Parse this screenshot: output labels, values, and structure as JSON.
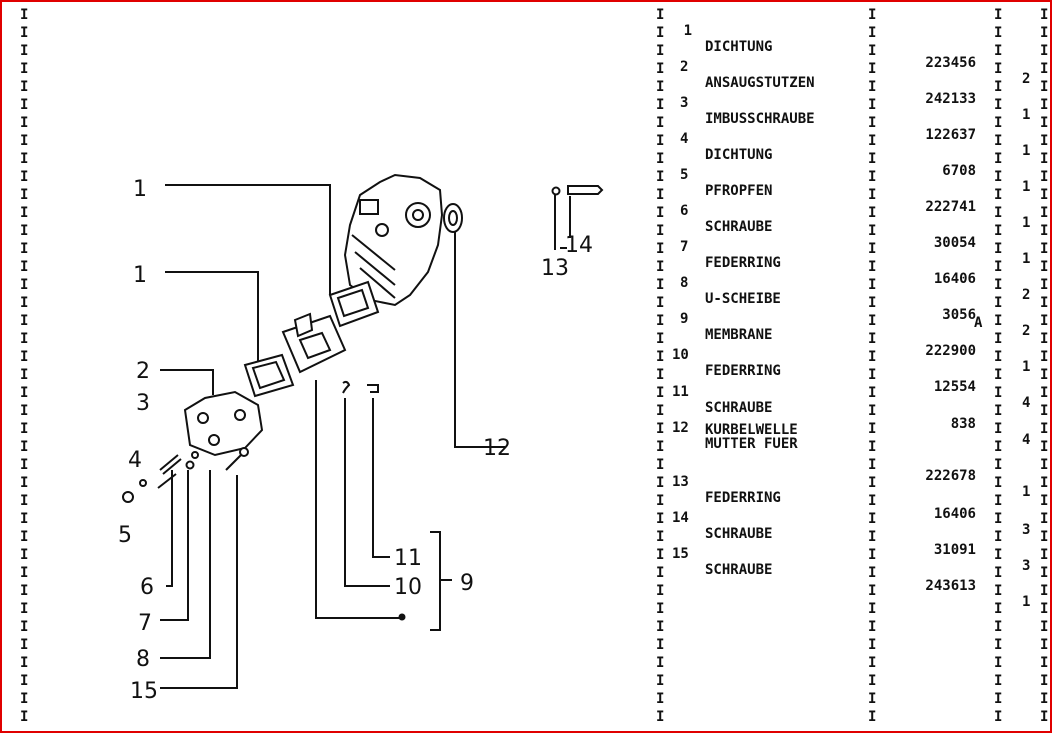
{
  "diagram": {
    "callouts": [
      "1",
      "1",
      "2",
      "3",
      "4",
      "5",
      "6",
      "7",
      "8",
      "15",
      "11",
      "10",
      "9",
      "12",
      "13",
      "14"
    ],
    "table_marker": "A"
  },
  "parts": [
    {
      "pos": "1",
      "desc": "DICHTUNG",
      "desc2": "",
      "number": "223456",
      "qty": "2"
    },
    {
      "pos": "2",
      "desc": "ANSAUGSTUTZEN",
      "desc2": "",
      "number": "242133",
      "qty": "1"
    },
    {
      "pos": "3",
      "desc": "IMBUSSCHRAUBE",
      "desc2": "",
      "number": "122637",
      "qty": "1"
    },
    {
      "pos": "4",
      "desc": "DICHTUNG",
      "desc2": "",
      "number": "6708",
      "qty": "1"
    },
    {
      "pos": "5",
      "desc": "PFROPFEN",
      "desc2": "",
      "number": "222741",
      "qty": "1"
    },
    {
      "pos": "6",
      "desc": "SCHRAUBE",
      "desc2": "",
      "number": "30054",
      "qty": "1"
    },
    {
      "pos": "7",
      "desc": "FEDERRING",
      "desc2": "",
      "number": "16406",
      "qty": "2"
    },
    {
      "pos": "8",
      "desc": "U-SCHEIBE",
      "desc2": "",
      "number": "3056",
      "qty": "2"
    },
    {
      "pos": "9",
      "desc": "MEMBRANE",
      "desc2": "",
      "number": "222900",
      "qty": "1"
    },
    {
      "pos": "10",
      "desc": "FEDERRING",
      "desc2": "",
      "number": "12554",
      "qty": "4"
    },
    {
      "pos": "11",
      "desc": "SCHRAUBE",
      "desc2": "",
      "number": "838",
      "qty": "4"
    },
    {
      "pos": "12",
      "desc": "MUTTER FUER",
      "desc2": "KURBELWELLE",
      "number": "222678",
      "qty": "1"
    },
    {
      "pos": "13",
      "desc": "FEDERRING",
      "desc2": "",
      "number": "16406",
      "qty": "3"
    },
    {
      "pos": "14",
      "desc": "SCHRAUBE",
      "desc2": "",
      "number": "31091",
      "qty": "3"
    },
    {
      "pos": "15",
      "desc": "SCHRAUBE",
      "desc2": "",
      "number": "243613",
      "qty": "1"
    }
  ],
  "column_marker": "I"
}
